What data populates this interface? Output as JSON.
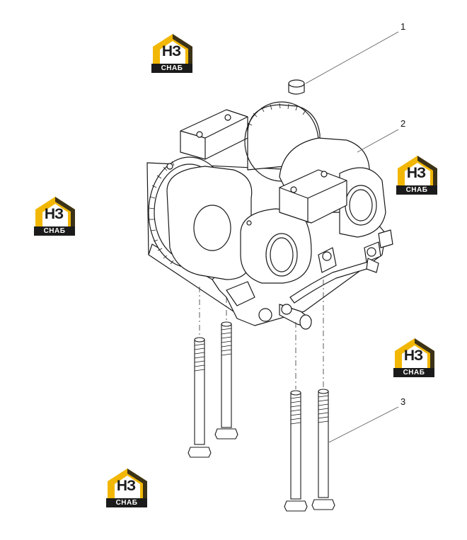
{
  "callouts": [
    {
      "label": "1"
    },
    {
      "label": "2"
    },
    {
      "label": "3"
    }
  ],
  "watermark": {
    "letters": "НЗ",
    "subtitle": "СНАБ",
    "colors": {
      "yellow": "#f2b705",
      "dark": "#1b1b1b"
    }
  },
  "icons": [
    "logo-watermark",
    "gear-icon",
    "bolt-icon",
    "bushing-icon"
  ]
}
